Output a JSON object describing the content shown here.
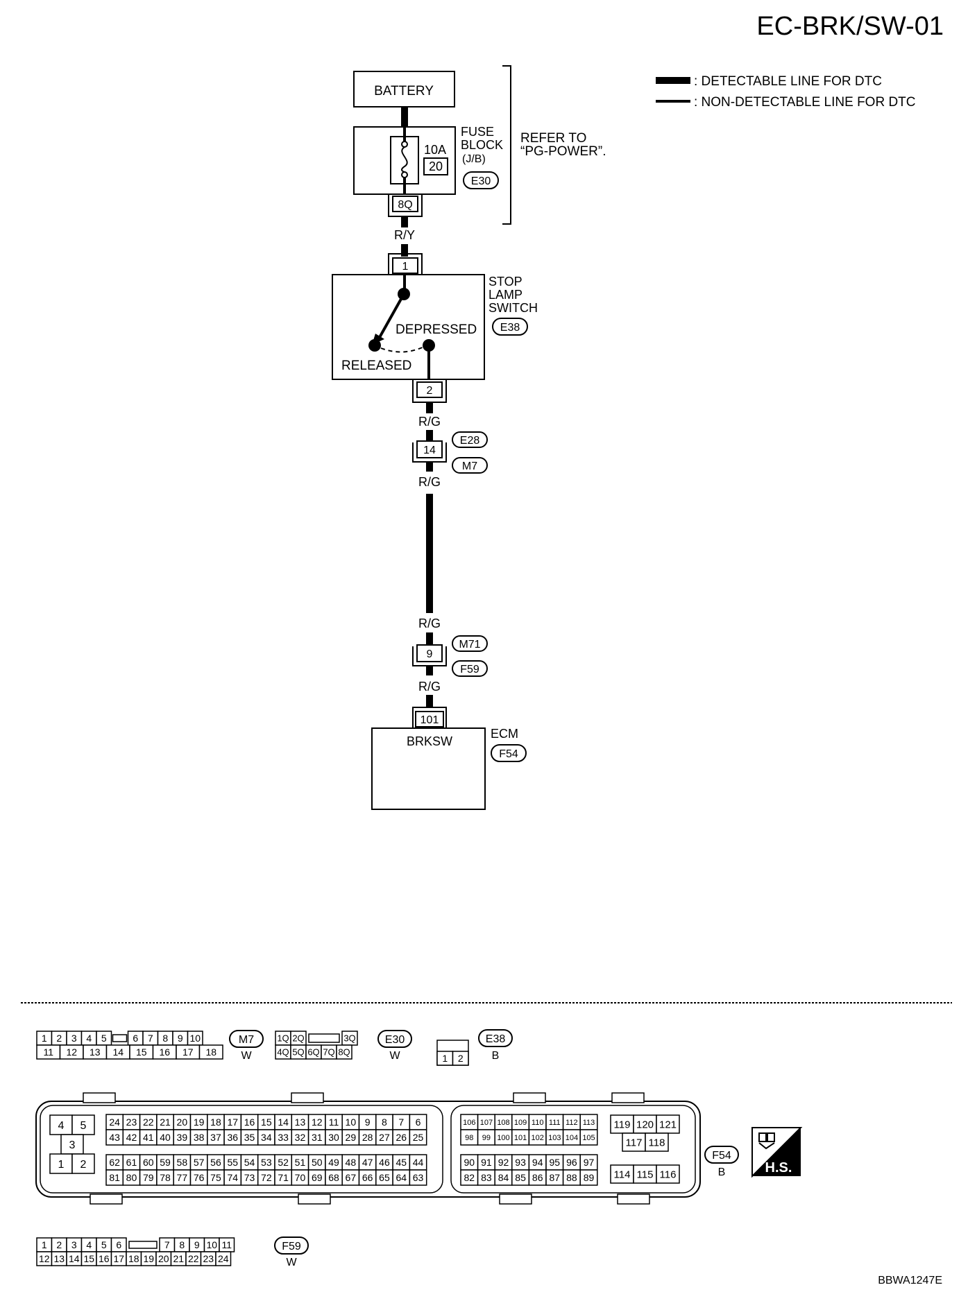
{
  "page_code": "EC-BRK/SW-01",
  "legend": {
    "detectable": ": DETECTABLE LINE FOR DTC",
    "non_detectable": ": NON-DETECTABLE LINE FOR DTC"
  },
  "battery": "BATTERY",
  "fuse_block": {
    "name_lines": [
      "FUSE",
      "BLOCK",
      "(J/B)"
    ],
    "rating": "10A",
    "fuse_no": "20",
    "connector": "E30",
    "terminal": "8Q"
  },
  "refer_to": [
    "REFER TO",
    "“PG-POWER”."
  ],
  "wires": {
    "w1": "R/Y",
    "w2": "R/G",
    "w3": "R/G",
    "w4": "R/G",
    "w5": "R/G"
  },
  "stop_lamp_switch": {
    "name_lines": [
      "STOP",
      "LAMP",
      "SWITCH"
    ],
    "connector": "E38",
    "terminal_in": "1",
    "terminal_out": "2",
    "depressed": "DEPRESSED",
    "released": "RELEASED"
  },
  "joint1": {
    "terminal": "14",
    "conn_top": "E28",
    "conn_bottom": "M7"
  },
  "joint2": {
    "terminal": "9",
    "conn_top": "M71",
    "conn_bottom": "F59"
  },
  "ecm": {
    "name": "ECM",
    "connector": "F54",
    "terminal": "101",
    "pin_label": "BRKSW"
  },
  "connector_views": {
    "m7": {
      "name": "M7",
      "color": "W",
      "top": [
        "1",
        "2",
        "3",
        "4",
        "5",
        "6",
        "7",
        "8",
        "9",
        "10"
      ],
      "bottom": [
        "11",
        "12",
        "13",
        "14",
        "15",
        "16",
        "17",
        "18"
      ]
    },
    "e30": {
      "name": "E30",
      "color": "W",
      "top": [
        "1Q",
        "2Q",
        "3Q"
      ],
      "bottom": [
        "4Q",
        "5Q",
        "6Q",
        "7Q",
        "8Q"
      ]
    },
    "e38": {
      "name": "E38",
      "color": "B",
      "pins": [
        "1",
        "2"
      ]
    },
    "f54": {
      "name": "F54",
      "color": "B",
      "small": [
        "4",
        "5",
        "3",
        "1",
        "2"
      ],
      "row1": [
        "24",
        "23",
        "22",
        "21",
        "20",
        "19",
        "18",
        "17",
        "16",
        "15",
        "14",
        "13",
        "12",
        "11",
        "10",
        "9",
        "8",
        "7",
        "6"
      ],
      "row2": [
        "43",
        "42",
        "41",
        "40",
        "39",
        "38",
        "37",
        "36",
        "35",
        "34",
        "33",
        "32",
        "31",
        "30",
        "29",
        "28",
        "27",
        "26",
        "25"
      ],
      "row3": [
        "62",
        "61",
        "60",
        "59",
        "58",
        "57",
        "56",
        "55",
        "54",
        "53",
        "52",
        "51",
        "50",
        "49",
        "48",
        "47",
        "46",
        "45",
        "44"
      ],
      "row4": [
        "81",
        "80",
        "79",
        "78",
        "77",
        "76",
        "75",
        "74",
        "73",
        "72",
        "71",
        "70",
        "69",
        "68",
        "67",
        "66",
        "65",
        "64",
        "63"
      ],
      "row5": [
        "106",
        "107",
        "108",
        "109",
        "110",
        "111",
        "112",
        "113"
      ],
      "row6": [
        "98",
        "99",
        "100",
        "101",
        "102",
        "103",
        "104",
        "105"
      ],
      "row7": [
        "90",
        "91",
        "92",
        "93",
        "94",
        "95",
        "96",
        "97"
      ],
      "row8": [
        "82",
        "83",
        "84",
        "85",
        "86",
        "87",
        "88",
        "89"
      ],
      "right_top": [
        "119",
        "120",
        "121"
      ],
      "right_mid": [
        "117",
        "118"
      ],
      "right_bot": [
        "114",
        "115",
        "116"
      ]
    },
    "f59": {
      "name": "F59",
      "color": "W",
      "top": [
        "1",
        "2",
        "3",
        "4",
        "5",
        "6",
        "7",
        "8",
        "9",
        "10",
        "11"
      ],
      "bottom": [
        "12",
        "13",
        "14",
        "15",
        "16",
        "17",
        "18",
        "19",
        "20",
        "21",
        "22",
        "23",
        "24"
      ]
    }
  },
  "hs_label": "H.S.",
  "figure_code": "BBWA1247E"
}
